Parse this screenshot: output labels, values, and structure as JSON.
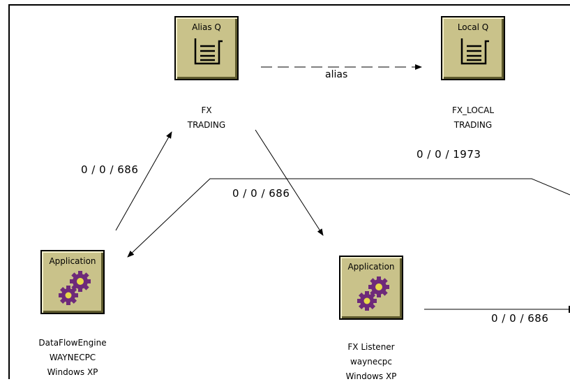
{
  "nodes": {
    "alias_q": {
      "type_label": "Alias Q",
      "icon": "queue-icon",
      "lines": [
        "FX",
        "TRADING"
      ]
    },
    "local_q": {
      "type_label": "Local Q",
      "icon": "queue-icon",
      "lines": [
        "FX_LOCAL",
        "TRADING"
      ]
    },
    "app_dataflow": {
      "type_label": "Application",
      "icon": "gears-icon",
      "lines": [
        "DataFlowEngine",
        "WAYNECPC",
        "Windows XP"
      ]
    },
    "app_listener": {
      "type_label": "Application",
      "icon": "gears-icon",
      "lines": [
        "FX Listener",
        "waynecpc",
        "Windows XP"
      ]
    }
  },
  "edges": {
    "alias": "alias",
    "dataflow_to_alias": "0 / 0 / 686",
    "alias_to_listener": "0 / 0 / 686",
    "long_return": "0 / 0 / 1973",
    "listener_out": "0 / 0 / 686"
  },
  "colors": {
    "icon_face": "#c9c28a",
    "gear": "#6e2a7a",
    "gear_center": "#e7d94a"
  }
}
